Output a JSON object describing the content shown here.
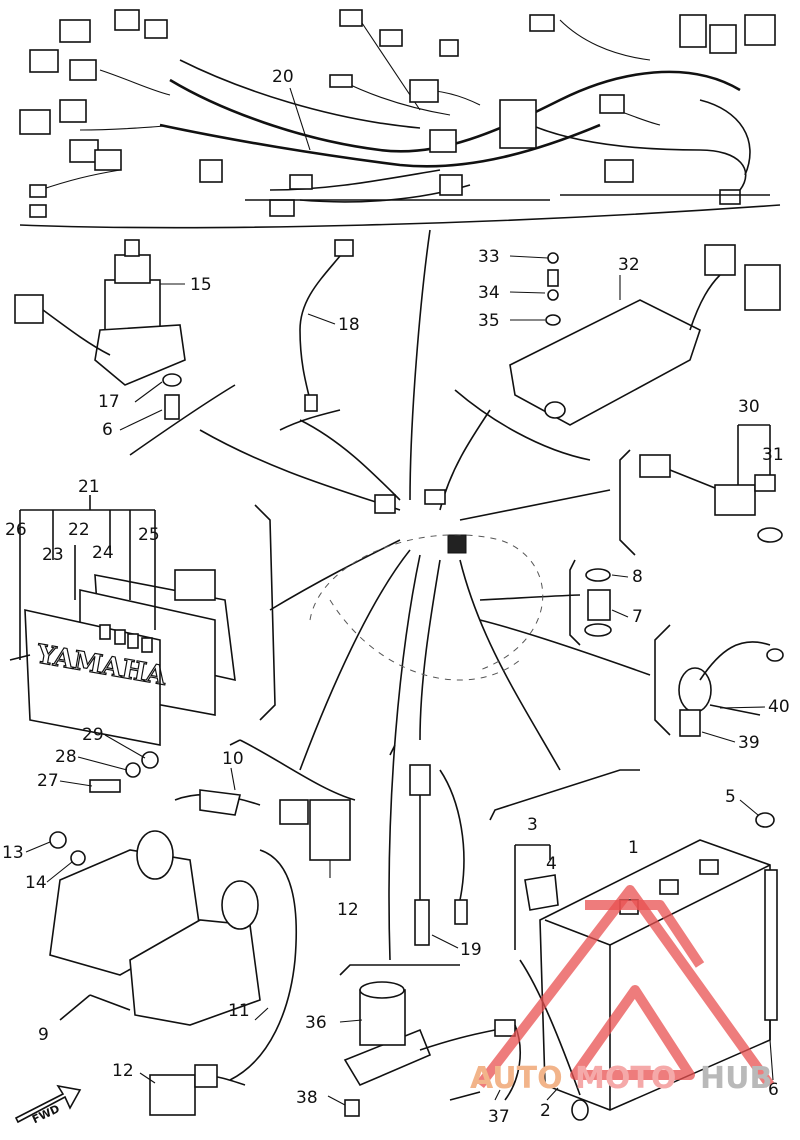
{
  "callouts": [
    {
      "id": "n20",
      "label": "20"
    },
    {
      "id": "n15",
      "label": "15"
    },
    {
      "id": "n17",
      "label": "17"
    },
    {
      "id": "n6",
      "label": "6"
    },
    {
      "id": "n18",
      "label": "18"
    },
    {
      "id": "n33",
      "label": "33"
    },
    {
      "id": "n34",
      "label": "34"
    },
    {
      "id": "n35",
      "label": "35"
    },
    {
      "id": "n32",
      "label": "32"
    },
    {
      "id": "n30",
      "label": "30"
    },
    {
      "id": "n31",
      "label": "31"
    },
    {
      "id": "n21",
      "label": "21"
    },
    {
      "id": "n26",
      "label": "26"
    },
    {
      "id": "n22",
      "label": "22"
    },
    {
      "id": "n23",
      "label": "23"
    },
    {
      "id": "n24",
      "label": "24"
    },
    {
      "id": "n25",
      "label": "25"
    },
    {
      "id": "n8",
      "label": "8"
    },
    {
      "id": "n7",
      "label": "7"
    },
    {
      "id": "n40",
      "label": "40"
    },
    {
      "id": "n39",
      "label": "39"
    },
    {
      "id": "n29",
      "label": "29"
    },
    {
      "id": "n28",
      "label": "28"
    },
    {
      "id": "n27",
      "label": "27"
    },
    {
      "id": "n10",
      "label": "10"
    },
    {
      "id": "n13",
      "label": "13"
    },
    {
      "id": "n14",
      "label": "14"
    },
    {
      "id": "n12a",
      "label": "12"
    },
    {
      "id": "n5",
      "label": "5"
    },
    {
      "id": "n3",
      "label": "3"
    },
    {
      "id": "n4",
      "label": "4"
    },
    {
      "id": "n1",
      "label": "1"
    },
    {
      "id": "n19",
      "label": "19"
    },
    {
      "id": "n9",
      "label": "9"
    },
    {
      "id": "n11",
      "label": "11"
    },
    {
      "id": "n36",
      "label": "36"
    },
    {
      "id": "n12b",
      "label": "12"
    },
    {
      "id": "n38",
      "label": "38"
    },
    {
      "id": "n37",
      "label": "37"
    },
    {
      "id": "n2",
      "label": "2"
    },
    {
      "id": "n6b",
      "label": "6"
    }
  ],
  "plate_text": "YAMAHA",
  "fwd_label": "FWD",
  "watermark": {
    "part1": "AUTO",
    "part2": "MOTO",
    "part3": "HUB",
    "color_part1": "#f2b48a",
    "color_part2": "#f5a9a9",
    "color_part3": "#b9b9b9",
    "triangle_color": "#e85050"
  }
}
